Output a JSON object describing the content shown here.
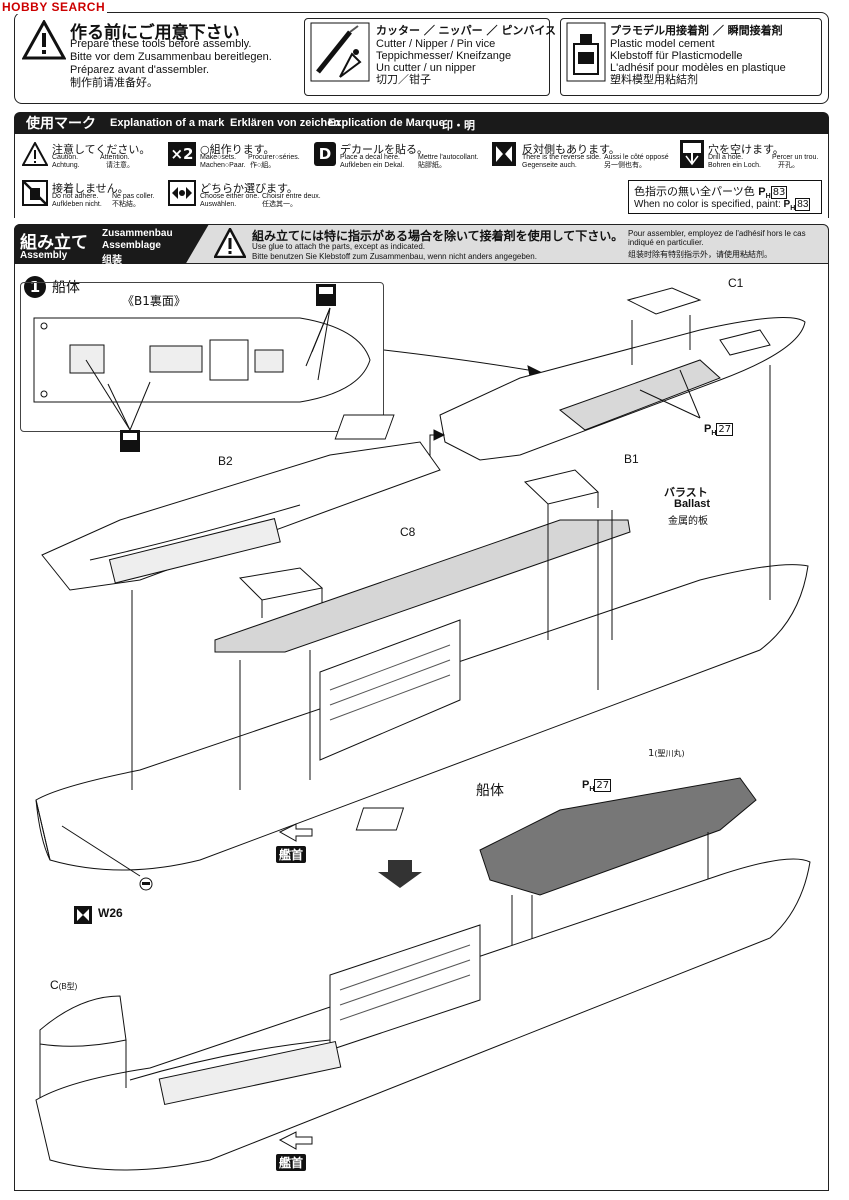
{
  "watermark": "HOBBY SEARCH",
  "prep": {
    "title": "作る前にご用意下さい",
    "lines": [
      "Prepare these tools before assembly.",
      "Bitte vor dem Zusammenbau bereitlegen.",
      "Préparez avant d'assembler.",
      "制作前请准备好。"
    ],
    "tools": {
      "title": "カッター ／ ニッパー ／ ピンバイス",
      "lines": [
        "Cutter / Nipper / Pin vice",
        "Teppichmesser/ Kneifzange",
        "Un cutter / un nipper",
        "切刀／钳子"
      ]
    },
    "glue": {
      "title": "プラモデル用接着剤 ／ 瞬間接着剤",
      "lines": [
        "Plastic model cement",
        "Klebstoff für Plasticmodelle",
        "L'adhésif pour modèles en plastique",
        "塑料模型用粘結剂"
      ]
    }
  },
  "marks": {
    "header_jp": "使用マーク",
    "header_en": "Explanation of a mark",
    "header_de": "Erklären von zeichen",
    "header_fr": "Explication de Marque",
    "header_cn": "印・明",
    "caution": {
      "title": "注意してください。",
      "l1": "Caution.",
      "l2": "Attention.",
      "l3": "Achtung.",
      "l4": "请注意。"
    },
    "make": {
      "x2": "×2",
      "title": "○組作ります。",
      "l1": "Make○sets.",
      "l2": "Procurer○séries.",
      "l3": "Machen○Paar.",
      "l4": "作○組。"
    },
    "decal": {
      "d": "D",
      "title": "デカールを貼る。",
      "l1": "Place a decal here.",
      "l2": "Mettre l'autocollant.",
      "l3": "Aufkleben ein Dekal.",
      "l4": "貼膠紙。"
    },
    "reverse": {
      "title": "反対側もあります。",
      "l1": "There is the reverse side.",
      "l2": "Aussi le côté opposé",
      "l3": "Gegenseite auch.",
      "l4": "另一侧也有。"
    },
    "drill": {
      "title": "穴を空けます。",
      "l1": "Drill a hole.",
      "l2": "Percer un trou.",
      "l3": "Bohren ein Loch.",
      "l4": "开孔。"
    },
    "noglue": {
      "title": "接着しません。",
      "l1": "Do not adhere.",
      "l2": "Ne pas coller.",
      "l3": "Aufkleben nicht.",
      "l4": "不粘結。"
    },
    "choose": {
      "title": "どちらか選びます。",
      "l1": "Choose either one.",
      "l2": "Choisir entre deux.",
      "l3": "Auswählen.",
      "l4": "任选其一。"
    },
    "color": {
      "jp": "色指示の無い全パーツ色",
      "en": "When no color is specified, paint:",
      "code": "83"
    }
  },
  "assembly": {
    "title_jp": "組み立て",
    "title_en": "Assembly",
    "title_de": "Zusammenbau",
    "title_fr": "Assemblage",
    "title_cn": "组装",
    "note_jp": "組み立てには特に指示がある場合を除いて接着剤を使用して下さい。",
    "note_en": "Use glue to attach the parts, except as indicated.",
    "note_de": "Bitte benutzen Sie Klebstoff zum Zusammenbau, wenn nicht anders angegeben.",
    "note_fr": "Pour assembler, employez de l'adhésif hors le cas indiqué en particulier.",
    "note_cn": "组装时除有特别指示外，请使用粘結剂。"
  },
  "step1": {
    "number": "1",
    "title": "船体",
    "b1_reverse": "《B1裏面》",
    "c1": "C1",
    "b1": "B1",
    "b2": "B2",
    "c8": "C8",
    "ballast_jp": "バラスト",
    "ballast_en": "Ballast",
    "ballast_cn": "金属的板",
    "ph_code1": "27",
    "hull": "船体",
    "bow": "艦首",
    "w26": "W26",
    "part1": "1",
    "part1_sub": "(聖川丸)",
    "ph_code2": "27",
    "c_label": "C",
    "c_sub": "(B型)",
    "bow2": "艦首"
  },
  "ph_letter": "P",
  "ph_sub": "H"
}
